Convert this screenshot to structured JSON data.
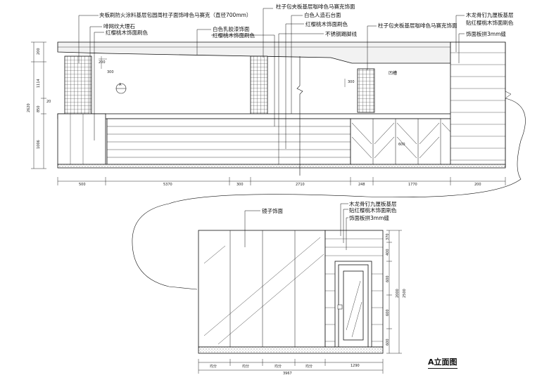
{
  "title": "A立面图",
  "upper_annotations": {
    "col_base": "夹板刷防火涂料基层包圆周柱子面饰啡色马赛克（直径700mm）",
    "marble": "啡网纹大理石",
    "red_oak_finish": "红樱桃木饰面刷色",
    "col_wrap": "柱子包夹板基层咖啡色马赛克饰面",
    "white_stone": "白色人造石台面",
    "latex_paint": "白色乳胶漆饰面",
    "red_oak_finish_2": "红樱桃木饰面刷色",
    "red_oak_finish_3": "红樱桃木饰面刷色",
    "steel_kick": "不锈钢踢脚线",
    "col_wrap_2": "柱子包夹板基层咖啡色马赛克饰面",
    "keel_board": "木龙骨钉九厘板基层",
    "red_oak_finish_4": "贴红樱桃木饰面刷色",
    "panel_joint": "饰面板拼3mm缝",
    "recess": "凹槽",
    "circle_a": "A",
    "dims_bottom": [
      "500",
      "5370",
      "300",
      "2710",
      "248",
      "1770",
      "200"
    ],
    "dims_left": [
      "200",
      "1114",
      "2620",
      "20",
      "850",
      "1006"
    ],
    "dims_inline": [
      "200",
      "300",
      "300",
      "600"
    ]
  },
  "lower_annotations": {
    "mirror": "镜子饰面",
    "keel_board": "木龙骨钉九厘板基层",
    "red_oak": "贴红樱桃木饰面刷色",
    "panel_joint": "饰面板拼3mm缝",
    "dims_bottom": [
      "均分",
      "均分",
      "均分",
      "均分",
      "1290"
    ],
    "dims_total": "3967",
    "dims_right": [
      "370",
      "400",
      "600",
      "600",
      "2000",
      "600"
    ],
    "dims_overall": "2500"
  },
  "colors": {
    "line": "#111111",
    "hatch": "#333333"
  }
}
